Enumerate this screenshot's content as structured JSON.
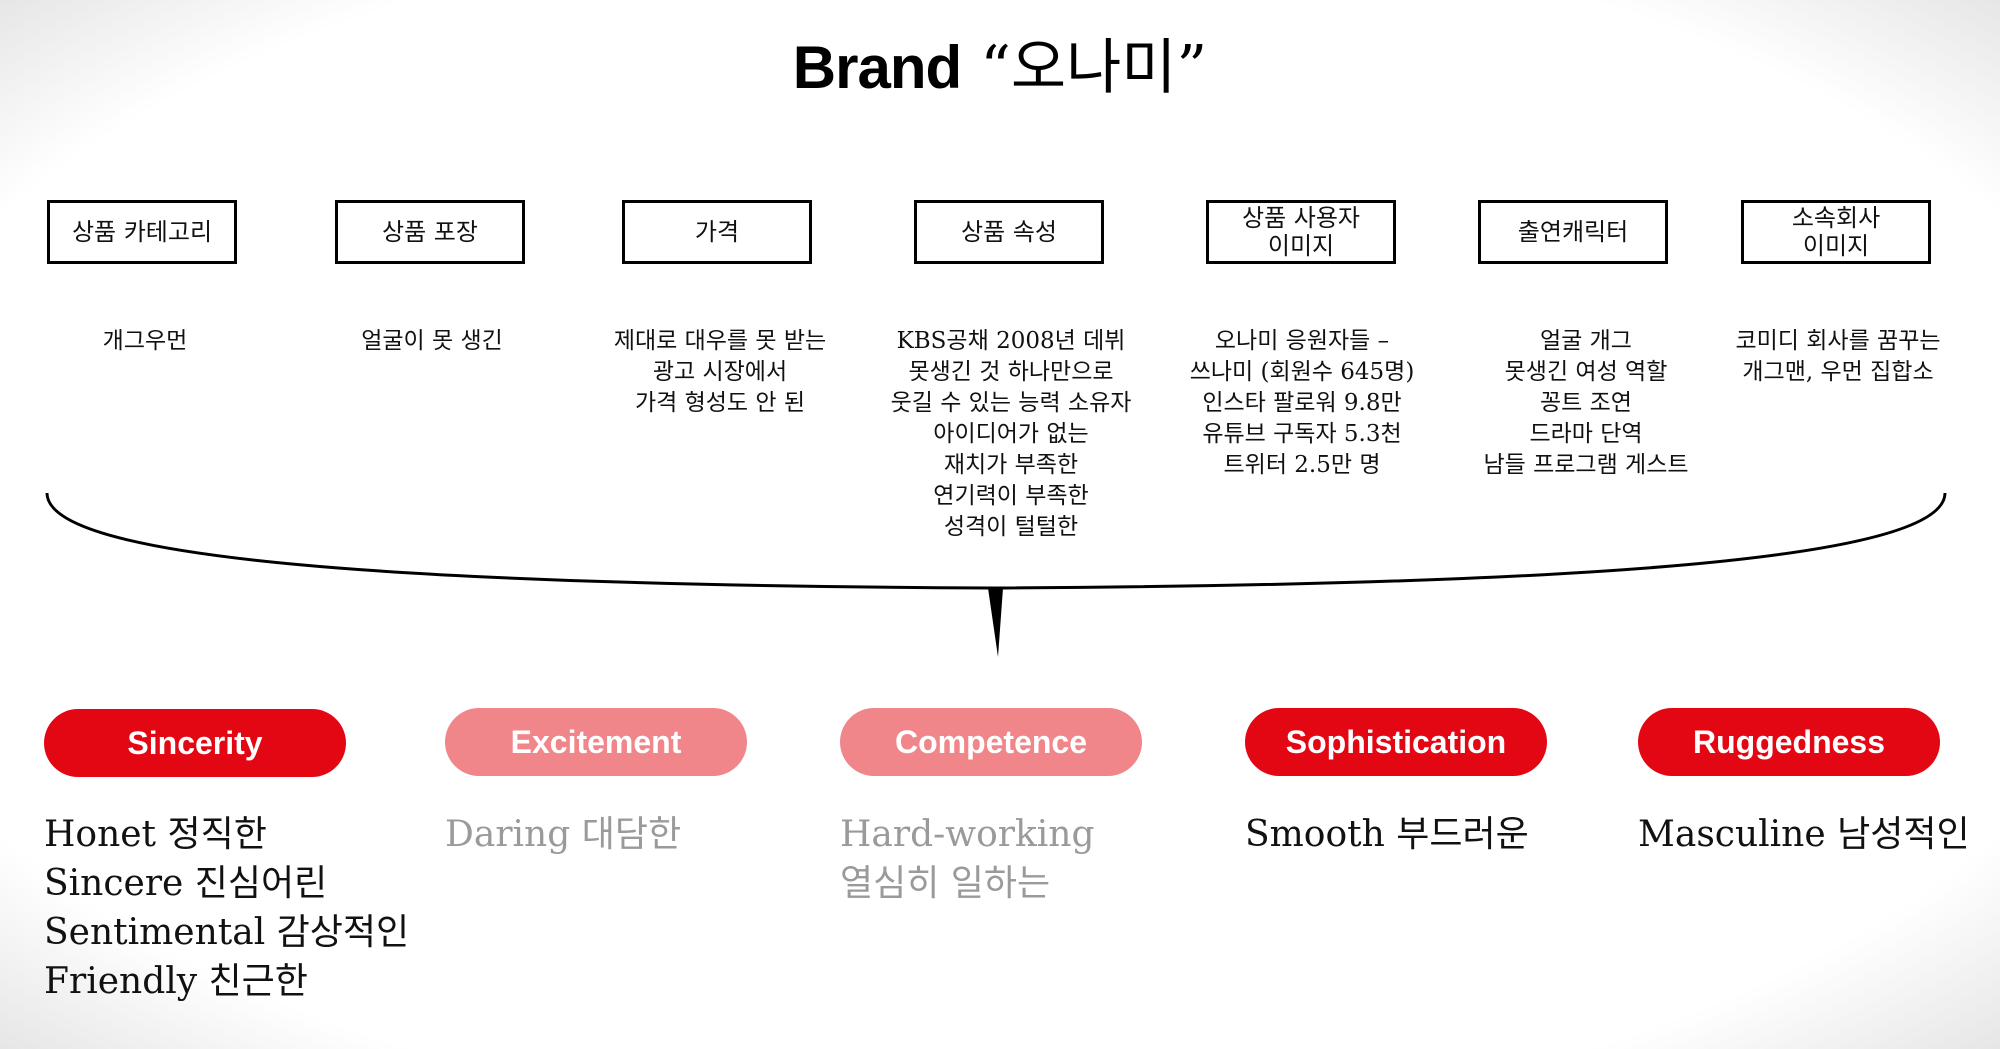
{
  "title": {
    "brand": "Brand",
    "name": "“오나미”"
  },
  "categories": [
    {
      "label": "상품 카테고리",
      "desc": "개그우먼"
    },
    {
      "label": "상품 포장",
      "desc": "얼굴이 못 생긴"
    },
    {
      "label": "가격",
      "desc": "제대로 대우를 못 받는\n광고 시장에서\n가격 형성도 안 된"
    },
    {
      "label": "상품 속성",
      "desc": "KBS공채 2008년 데뷔\n못생긴 것 하나만으로\n웃길 수 있는 능력 소유자\n아이디어가 없는\n재치가 부족한\n연기력이 부족한\n성격이 털털한"
    },
    {
      "label": "상품 사용자\n이미지",
      "desc": "오나미 응원자들 –\n쓰나미 (회원수 645명)\n인스타 팔로워 9.8만\n유튜브 구독자 5.3천\n트위터 2.5만 명"
    },
    {
      "label": "출연캐릭터",
      "desc": "얼굴 개그\n못생긴 여성 역할\n꽁트 조연\n드라마 단역\n남들 프로그램 게스트"
    },
    {
      "label": "소속회사\n이미지",
      "desc": "코미디 회사를 꿈꾸는\n개그맨, 우먼 집합소"
    }
  ],
  "dimensions": [
    {
      "label": "Sincerity",
      "traits": [
        "Honet 정직한",
        "Sincere 진심어린",
        "Sentimental 감상적인",
        "Friendly 친근한"
      ]
    },
    {
      "label": "Excitement",
      "traits": [
        "Daring 대담한"
      ]
    },
    {
      "label": "Competence",
      "traits": [
        "Hard-working",
        "열심히 일하는"
      ]
    },
    {
      "label": "Sophistication",
      "traits": [
        "Smooth 부드러운"
      ]
    },
    {
      "label": "Ruggedness",
      "traits": [
        "Masculine 남성적인"
      ]
    }
  ],
  "colors": {
    "accent_strong": "#e30613",
    "accent_light": "#f0868a",
    "muted_text": "#9a9a9a"
  }
}
